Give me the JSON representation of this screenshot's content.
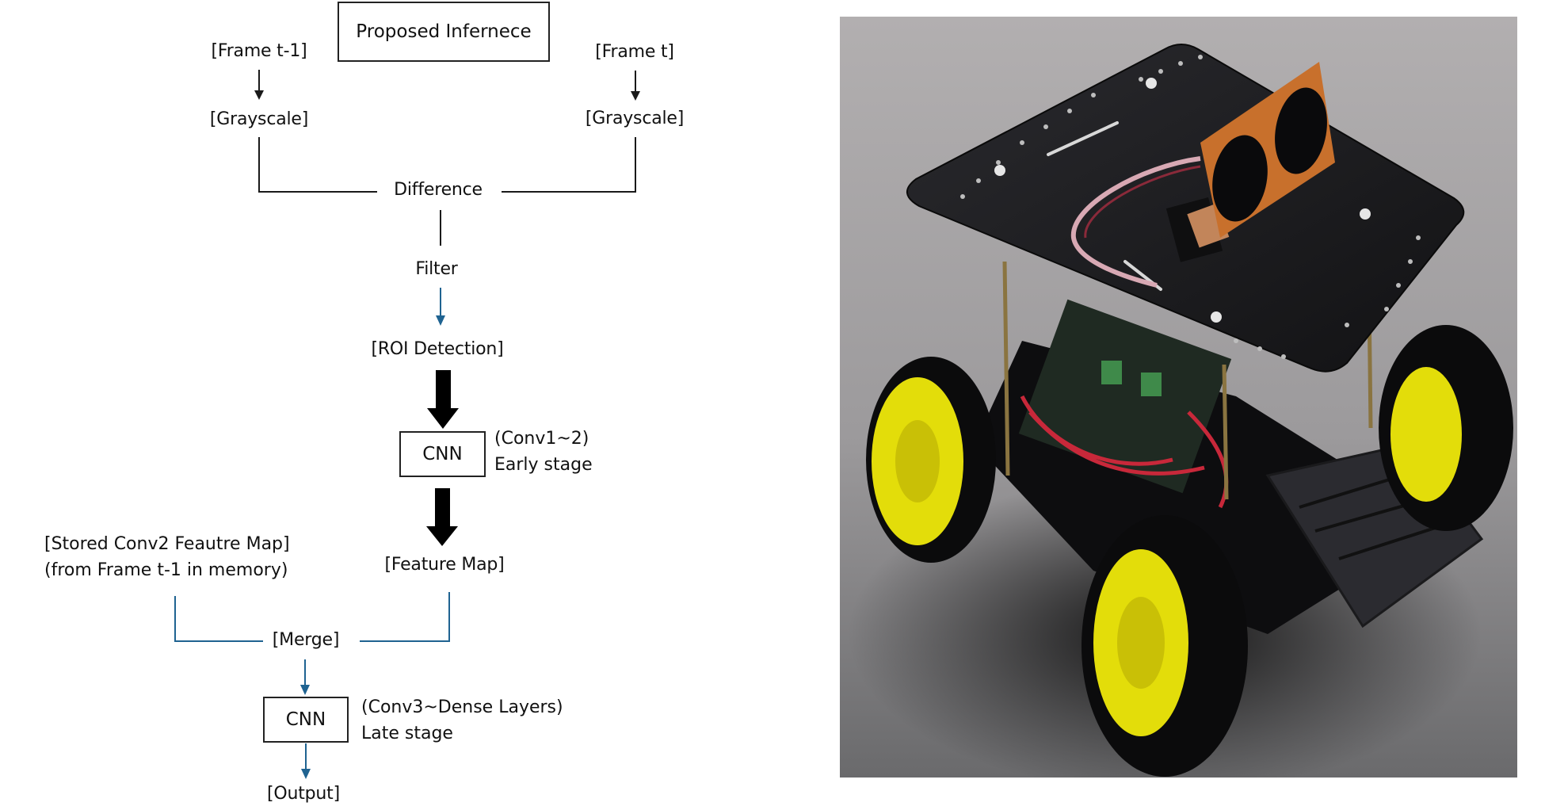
{
  "diagram": {
    "title": "Proposed Infernece",
    "left_branch": {
      "input": "[Frame t-1]",
      "step": "[Grayscale]"
    },
    "right_branch": {
      "input": "[Frame t]",
      "step": "[Grayscale]"
    },
    "difference": "Difference",
    "filter": "Filter",
    "roi": "[ROI Detection]",
    "cnn_early": {
      "label": "CNN",
      "note_line1": "(Conv1~2)",
      "note_line2": "Early stage"
    },
    "feature_map": "[Feature Map]",
    "stored_map": {
      "line1": "[Stored Conv2 Feautre Map]",
      "line2": "(from Frame t-1 in memory)"
    },
    "merge": "[Merge]",
    "cnn_late": {
      "label": "CNN",
      "note_line1": "(Conv3~Dense Layers)",
      "note_line2": "Late stage"
    },
    "output": "[Output]",
    "colors": {
      "line_black": "#1a1a1a",
      "line_blue": "#1f6391"
    }
  },
  "photo": {
    "subject": "4-wheel robot car chassis with ultrasonic sensor",
    "colors": {
      "background": "#a9a9a9",
      "plate": "#1c1c1f",
      "wheel_hub": "#e3dd0a",
      "sensor_board": "#c8702c",
      "wire": "#c8283a"
    }
  }
}
